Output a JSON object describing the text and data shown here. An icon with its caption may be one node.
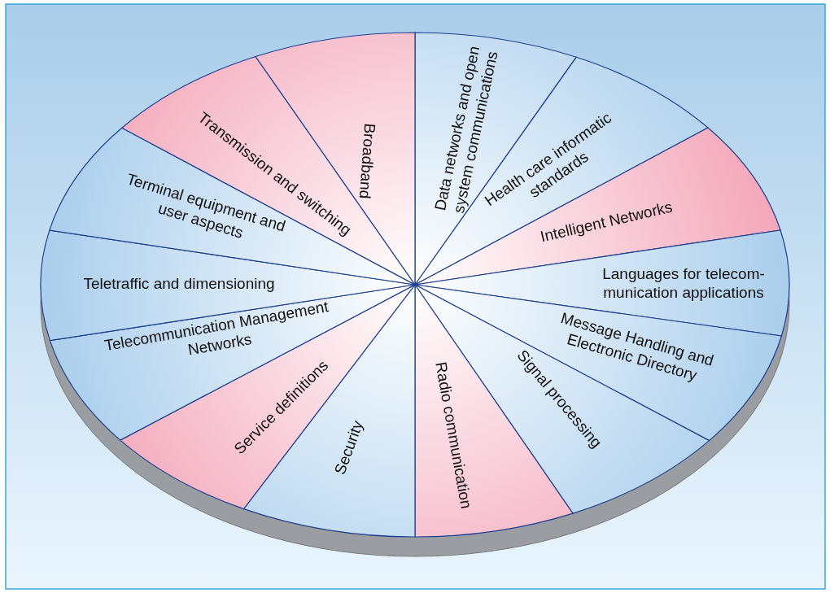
{
  "diagram": {
    "nodes": [
      {
        "text": [
          "Data networks and open system communications"
        ]
      },
      {
        "text": [
          "Health care informatic standards"
        ]
      },
      {
        "text": [
          "Intelligent Networks"
        ]
      },
      {
        "text": [
          "Languages for telecom-munication applications"
        ]
      },
      {
        "text": [
          "Message Handling and Electronic Directory"
        ]
      },
      {
        "text": [
          "Signal processing"
        ]
      },
      {
        "text": [
          "Radio communication"
        ]
      },
      {
        "text": [
          "Security"
        ]
      },
      {
        "text": [
          "Service definitions"
        ]
      },
      {
        "text": [
          "Telecommunication Management Networks"
        ]
      },
      {
        "text": [
          "Teletraffic and dimensioning"
        ]
      },
      {
        "text": [
          "Terminal equipment and user aspects"
        ]
      },
      {
        "text": [
          "Transmission and switching"
        ]
      },
      {
        "text": [
          "Broadband"
        ]
      }
    ]
  }
}
